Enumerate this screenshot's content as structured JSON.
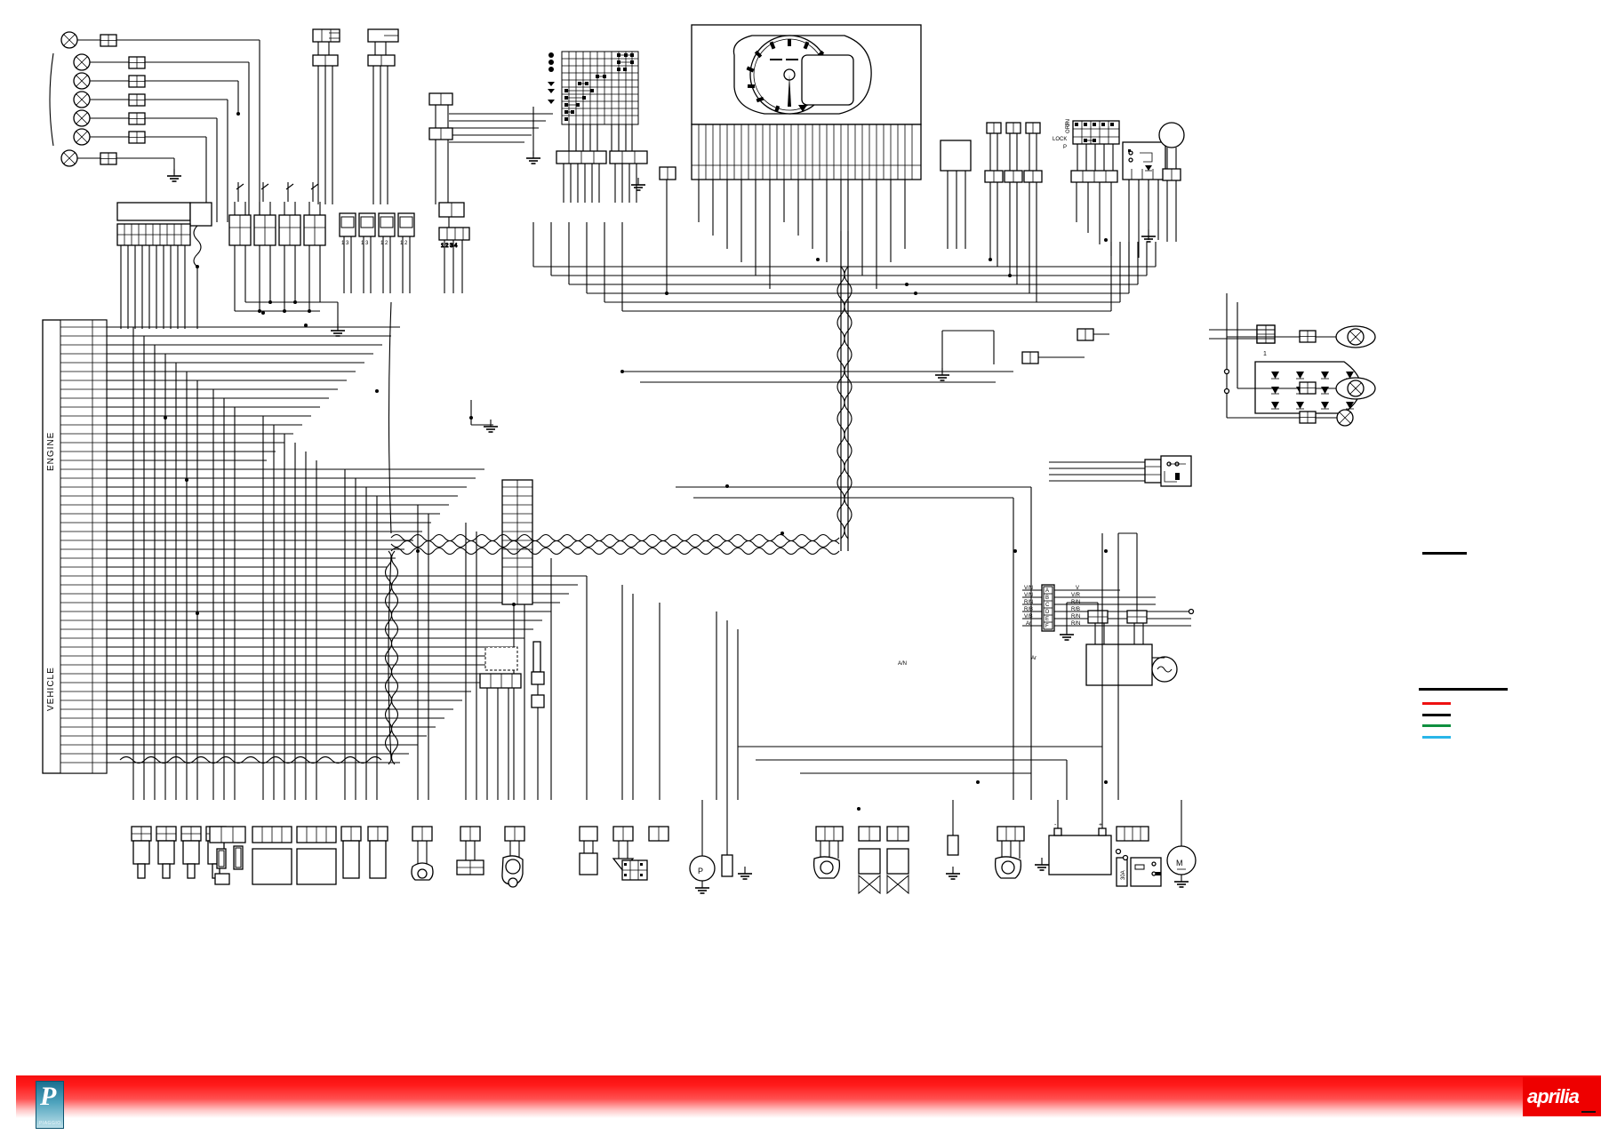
{
  "document": {
    "type": "motorcycle-wiring-diagram",
    "brand": "aprilia",
    "manufacturer_logo": "piaggio",
    "aprilia_label": "aprilia",
    "piaggio_label": "PIAGGIO",
    "piaggio_mark": "P"
  },
  "main_connector": {
    "engine_label": "ENGINE",
    "vehicle_label": "VEHICLE"
  },
  "dashboard": {
    "name": "instrument-cluster",
    "gauge_ticks": 13
  },
  "ignition_switch": {
    "positions": [
      "ON",
      "OFF",
      "LOCK",
      "P"
    ]
  },
  "connector_table": {
    "pins": [
      "A",
      "B",
      "C",
      "D",
      "E",
      "F"
    ],
    "left_colors": [
      "V/N",
      "V/N",
      "R/N",
      "R/B",
      "V/B",
      "Ar"
    ],
    "right_colors": [
      "V",
      "V/R",
      "R/N",
      "R/B",
      "R/N",
      "R/N"
    ]
  },
  "inline_labels": {
    "regulator_wire": "A/N",
    "pickup_wire": "Ar"
  },
  "fuse": {
    "rating": "30A"
  },
  "starter_motor": {
    "symbol": "M"
  },
  "pressure_sensor": {
    "symbol": "P"
  },
  "battery": {
    "plus": "+",
    "minus": "-"
  },
  "tail_light": {
    "led_count": 16,
    "connector_number": "1"
  },
  "legend": {
    "title_rule": true,
    "entries": [
      {
        "name": "conductor-black-long",
        "color": "#000000",
        "width": 100
      },
      {
        "name": "conductor-red",
        "color": "#ee1111",
        "width": 32
      },
      {
        "name": "conductor-black",
        "color": "#000000",
        "width": 32
      },
      {
        "name": "conductor-green",
        "color": "#0f8f3f",
        "width": 32
      },
      {
        "name": "conductor-cyan",
        "color": "#29b6e8",
        "width": 32
      }
    ]
  },
  "colors": {
    "wire": "#000000",
    "footer_red": "#ff1a1a",
    "aprilia_red": "#ee0000",
    "piaggio_teal": "#2e87a8"
  }
}
